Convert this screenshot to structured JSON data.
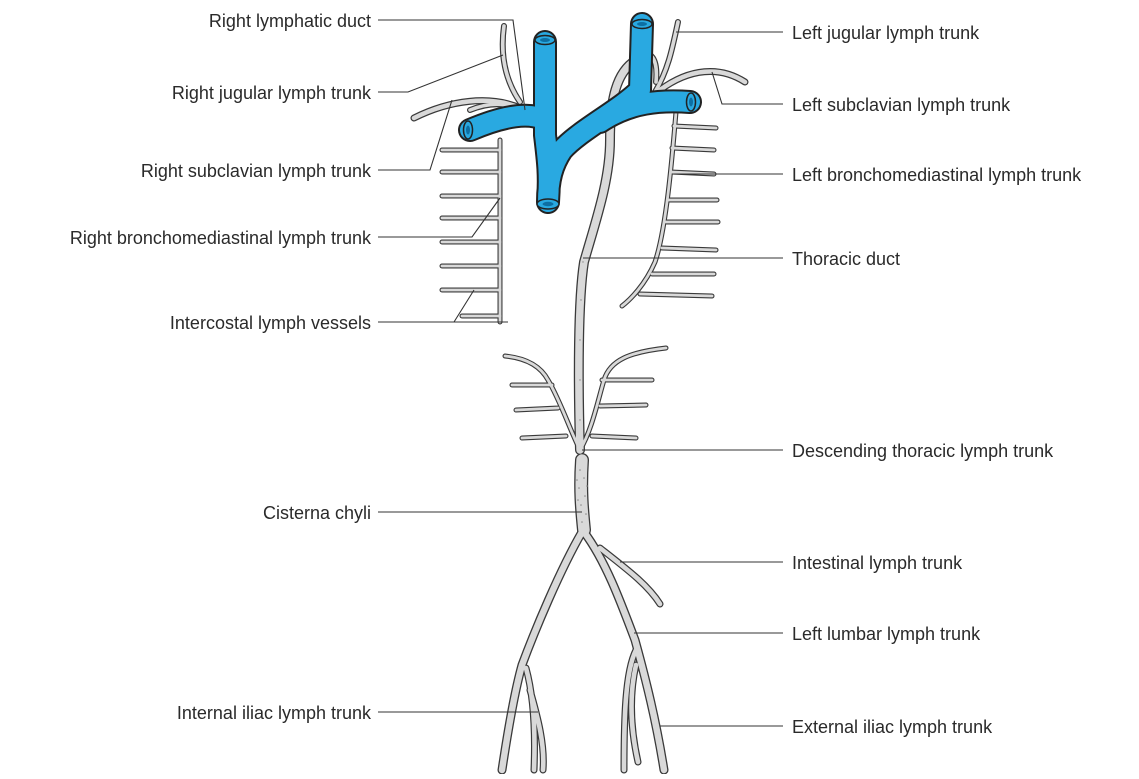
{
  "colors": {
    "vein": "#29a9e1",
    "vessel_fill": "#d9d9d9",
    "vessel_outline": "#3a3a3a",
    "leader": "#333333",
    "text": "#2a2a2a"
  },
  "labels": {
    "right_lymphatic_duct": "Right lymphatic duct",
    "right_jugular_lymph_trunk": "Right jugular lymph trunk",
    "right_subclavian_lymph_trunk": "Right subclavian lymph trunk",
    "right_bronchomediastinal_lymph_trunk": "Right bronchomediastinal lymph trunk",
    "intercostal_lymph_vessels": "Intercostal lymph vessels",
    "cisterna_chyli": "Cisterna chyli",
    "internal_iliac_lymph_trunk": "Internal iliac lymph trunk",
    "left_jugular_lymph_trunk": "Left jugular lymph trunk",
    "left_subclavian_lymph_trunk": "Left subclavian lymph trunk",
    "left_bronchomediastinal_lymph_trunk": "Left bronchomediastinal lymph trunk",
    "thoracic_duct": "Thoracic duct",
    "descending_thoracic_lymph_trunk": "Descending thoracic lymph trunk",
    "intestinal_lymph_trunk": "Intestinal lymph trunk",
    "left_lumbar_lymph_trunk": "Left lumbar lymph trunk",
    "external_iliac_lymph_trunk": "External iliac lymph trunk"
  }
}
